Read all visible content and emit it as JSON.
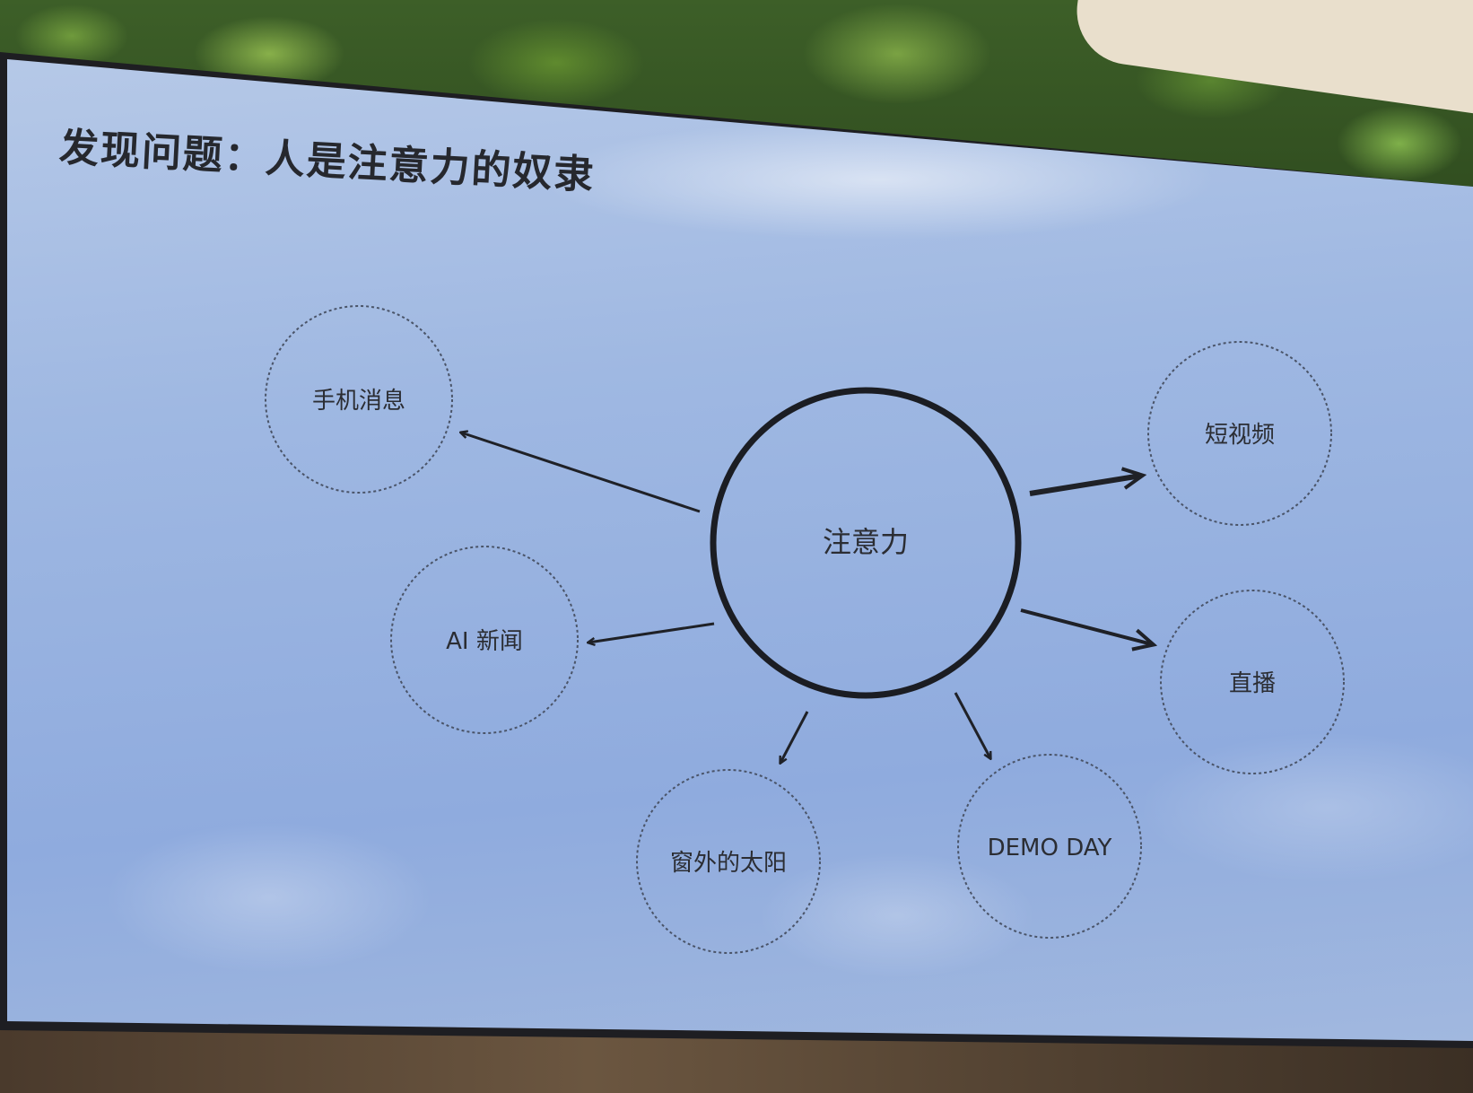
{
  "slide": {
    "title": "发现问题：人是注意力的奴隶"
  },
  "diagram": {
    "center": "注意力",
    "nodes": [
      "手机消息",
      "AI 新闻",
      "窗外的太阳",
      "DEMO DAY",
      "短视频",
      "直播"
    ]
  }
}
